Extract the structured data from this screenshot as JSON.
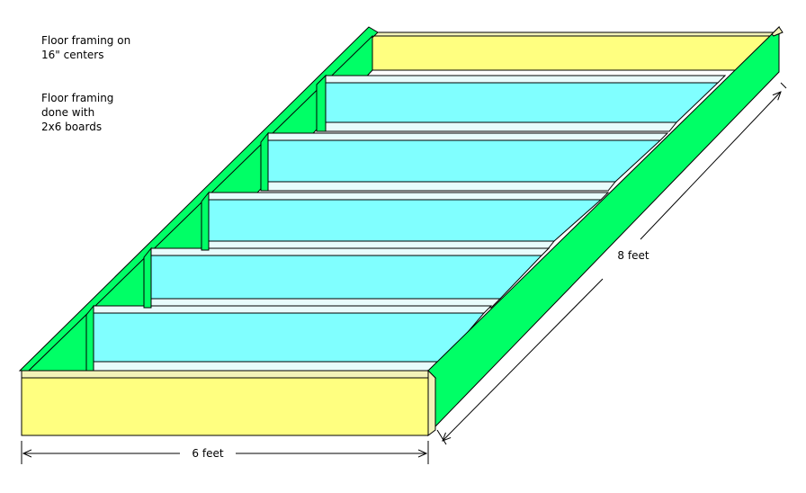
{
  "notes": {
    "spacing": [
      "Floor framing on",
      "16\" centers"
    ],
    "lumber": [
      "Floor framing",
      "done with",
      "2x6 boards"
    ]
  },
  "dimensions": {
    "width": "6 feet",
    "length": "8 feet"
  },
  "colors": {
    "end_board": "#ffff80",
    "end_board_dark": "#f2f2b8",
    "side_board": "#00ff66",
    "joist": "#80ffff",
    "joist_top": "#e8fcfc",
    "outline": "#000000"
  }
}
